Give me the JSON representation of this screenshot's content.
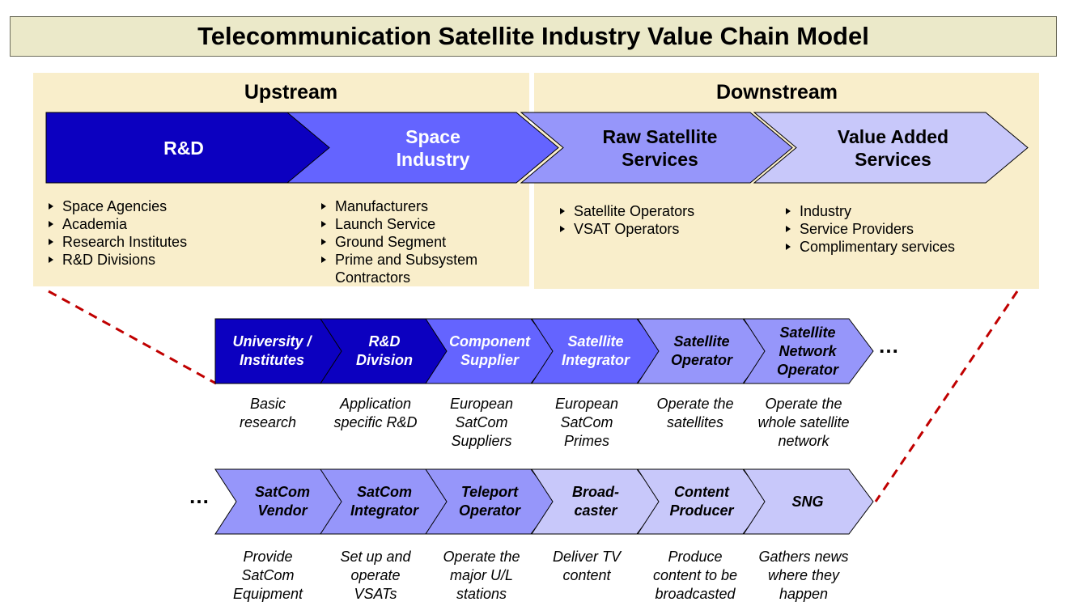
{
  "title": "Telecommunication Satellite Industry Value Chain Model",
  "colors": {
    "rd": "#0c00c0",
    "space": "#6464ff",
    "raw": "#9696fa",
    "value": "#c8c8fa",
    "panel": "#f9eecb",
    "title_bg": "#ebe9c9",
    "dash": "#c00000"
  },
  "upstream": {
    "heading": "Upstream"
  },
  "downstream": {
    "heading": "Downstream"
  },
  "stages": [
    {
      "label": "R&D",
      "bullets": [
        "Space Agencies",
        "Academia",
        "Research Institutes",
        "R&D Divisions"
      ]
    },
    {
      "label": "Space\nIndustry",
      "bullets": [
        "Manufacturers",
        "Launch Service",
        "Ground Segment",
        "Prime and Subsystem\nContractors"
      ]
    },
    {
      "label": "Raw Satellite\nServices",
      "bullets": [
        "Satellite Operators",
        "VSAT Operators"
      ]
    },
    {
      "label": "Value Added\nServices",
      "bullets": [
        "Industry",
        "Service Providers",
        "Complimentary services"
      ]
    }
  ],
  "row1": [
    {
      "label": "University /\nInstitutes",
      "desc": "Basic\nresearch"
    },
    {
      "label": "R&D\nDivision",
      "desc": "Application\nspecific R&D"
    },
    {
      "label": "Component\nSupplier",
      "desc": "European\nSatCom\nSuppliers"
    },
    {
      "label": "Satellite\nIntegrator",
      "desc": "European\nSatCom\nPrimes"
    },
    {
      "label": "Satellite\nOperator",
      "desc": "Operate the\nsatellites"
    },
    {
      "label": "Satellite\nNetwork\nOperator",
      "desc": "Operate the\nwhole satellite\nnetwork"
    }
  ],
  "row2": [
    {
      "label": "SatCom\nVendor",
      "desc": "Provide\nSatCom\nEquipment"
    },
    {
      "label": "SatCom\nIntegrator",
      "desc": "Set up and\noperate\nVSATs"
    },
    {
      "label": "Teleport\nOperator",
      "desc": "Operate the\nmajor U/L\nstations"
    },
    {
      "label": "Broad-\ncaster",
      "desc": "Deliver TV\ncontent"
    },
    {
      "label": "Content\nProducer",
      "desc": "Produce\ncontent to be\nbroadcasted"
    },
    {
      "label": "SNG",
      "desc": "Gathers news\nwhere they\nhappen"
    }
  ],
  "ellipsis": "…"
}
